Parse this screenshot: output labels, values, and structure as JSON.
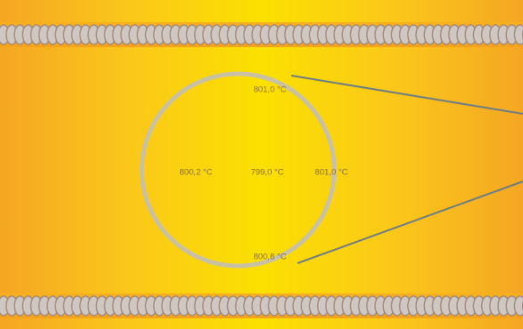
{
  "diagram": {
    "temperatures": {
      "top": "801,0 °C",
      "left": "800,2 °C",
      "center": "799,0 °C",
      "right": "801,0 °C",
      "bottom": "800,8 °C"
    },
    "colors": {
      "gradient_edge": "#f5a623",
      "gradient_center": "#fbe000",
      "tube_ring": "#c9c1a3",
      "leader_line": "#6e7d83",
      "coil_fill": "#cfc7c2",
      "coil_stroke": "#a38b7d",
      "label_text": "#8a6f3c"
    }
  }
}
